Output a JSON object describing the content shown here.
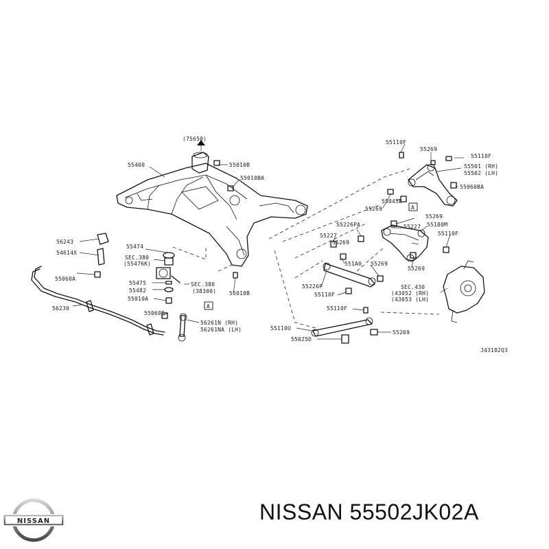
{
  "diagram": {
    "code": "J43102Q3",
    "labels": [
      {
        "id": "l75650",
        "text": "(75650)"
      },
      {
        "id": "l55400",
        "text": "55400"
      },
      {
        "id": "l55010B_a",
        "text": "55010B"
      },
      {
        "id": "l55010BA",
        "text": "55010BA"
      },
      {
        "id": "l55110F_a",
        "text": "55110F"
      },
      {
        "id": "l55269_a",
        "text": "55269"
      },
      {
        "id": "l55110F_b",
        "text": "55110F"
      },
      {
        "id": "l55501",
        "text": "55501 (RH)"
      },
      {
        "id": "l55502",
        "text": "55502 (LH)"
      },
      {
        "id": "l55060BA",
        "text": "55060BA"
      },
      {
        "id": "l55045E",
        "text": "55045E"
      },
      {
        "id": "l55269_b",
        "text": "55269"
      },
      {
        "id": "l55269_c",
        "text": "55269"
      },
      {
        "id": "l55226PA",
        "text": "55226PA"
      },
      {
        "id": "l55227_a",
        "text": "55227"
      },
      {
        "id": "l55180M",
        "text": "55180M"
      },
      {
        "id": "l55227_b",
        "text": "55227"
      },
      {
        "id": "l55269_d",
        "text": "55269"
      },
      {
        "id": "l55110F_c",
        "text": "55110F"
      },
      {
        "id": "l56243",
        "text": "56243"
      },
      {
        "id": "l54614X",
        "text": "54614X"
      },
      {
        "id": "l55060A",
        "text": "55060A"
      },
      {
        "id": "l55474",
        "text": "55474"
      },
      {
        "id": "lSEC380a",
        "text": "SEC.380"
      },
      {
        "id": "l55476K",
        "text": "(55476K)"
      },
      {
        "id": "l55475",
        "text": "55475"
      },
      {
        "id": "l55482",
        "text": "55482"
      },
      {
        "id": "l55010A",
        "text": "55010A"
      },
      {
        "id": "lSEC380b",
        "text": "SEC.380"
      },
      {
        "id": "l38300",
        "text": "(38300)"
      },
      {
        "id": "l55010B_b",
        "text": "55010B"
      },
      {
        "id": "l56230",
        "text": "56230"
      },
      {
        "id": "l55060B",
        "text": "55060B"
      },
      {
        "id": "l56261N",
        "text": "56261N (RH)"
      },
      {
        "id": "l56261NA",
        "text": "56261NA (LH)"
      },
      {
        "id": "l551A0",
        "text": "551A0"
      },
      {
        "id": "l55269_e",
        "text": "55269"
      },
      {
        "id": "l55226P",
        "text": "55226P"
      },
      {
        "id": "l55110F_d",
        "text": "55110F"
      },
      {
        "id": "lSEC430",
        "text": "SEC.430"
      },
      {
        "id": "l43052",
        "text": "(43052 (RH)"
      },
      {
        "id": "l43053",
        "text": "(43053 (LH)"
      },
      {
        "id": "l55269_f",
        "text": "55269"
      },
      {
        "id": "l55110F_e",
        "text": "55110F"
      },
      {
        "id": "l55110U",
        "text": "55110U"
      },
      {
        "id": "l55269_g",
        "text": "55269"
      },
      {
        "id": "l55025D",
        "text": "55025D"
      },
      {
        "id": "lA1",
        "text": "A"
      },
      {
        "id": "lA2",
        "text": "A"
      }
    ]
  },
  "footer": {
    "brand": "NISSAN",
    "title": "NISSAN 55502JK02A"
  }
}
